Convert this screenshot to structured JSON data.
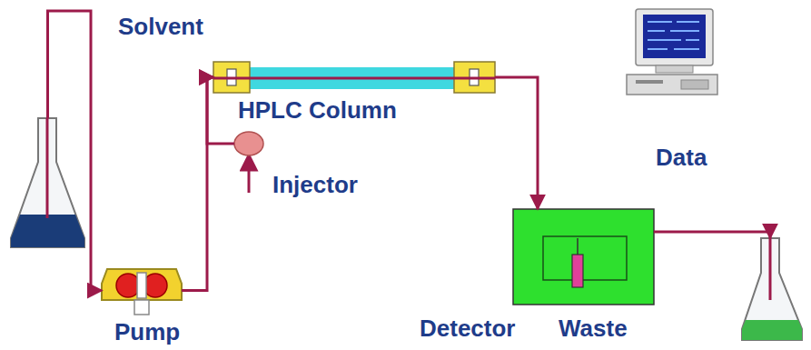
{
  "diagram": {
    "nodes": [
      {
        "text": [
          "Solvent"
        ]
      },
      {
        "text": [
          "Pump"
        ]
      },
      {
        "text": [
          "Injector"
        ]
      },
      {
        "text": [
          "HPLC Column"
        ]
      },
      {
        "text": [
          "Detector"
        ]
      },
      {
        "text": [
          "Waste"
        ]
      },
      {
        "text": [
          "Data"
        ]
      }
    ],
    "edges": [
      {
        "from": 0,
        "to": 1,
        "arrow": "to"
      },
      {
        "from": 1,
        "to": 3,
        "arrow": "to"
      },
      {
        "from": 2,
        "to": 3,
        "arrow": "to"
      },
      {
        "from": 3,
        "to": 4,
        "arrow": "to"
      },
      {
        "from": 4,
        "to": 5,
        "arrow": "to"
      }
    ]
  }
}
